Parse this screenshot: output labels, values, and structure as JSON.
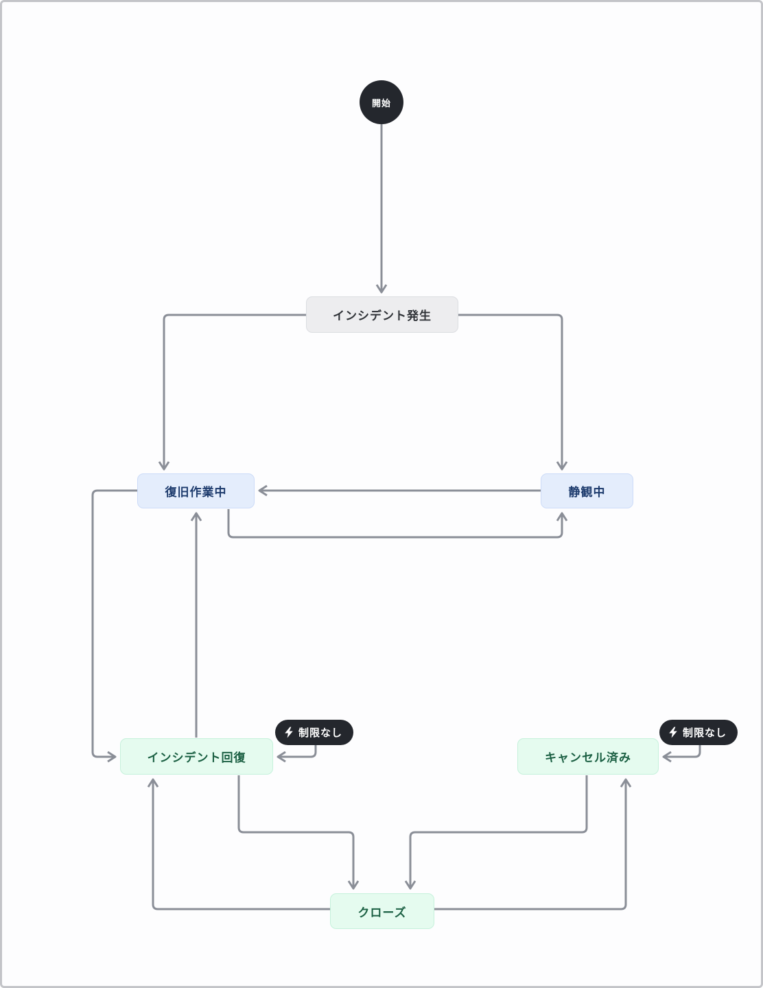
{
  "diagram": {
    "title": "incident-state-flow",
    "nodes": {
      "start": {
        "label": "開始",
        "kind": "start"
      },
      "incident_occurred": {
        "label": "インシデント発生",
        "kind": "state-gray"
      },
      "recovering": {
        "label": "復旧作業中",
        "kind": "state-blue"
      },
      "watching": {
        "label": "静観中",
        "kind": "state-blue"
      },
      "incident_recovered": {
        "label": "インシデント回復",
        "kind": "state-green"
      },
      "cancelled": {
        "label": "キャンセル済み",
        "kind": "state-green"
      },
      "closed": {
        "label": "クローズ",
        "kind": "state-green"
      }
    },
    "badges": {
      "recovered_limit": {
        "label": "制限なし",
        "icon": "lightning-icon",
        "attached_to": "incident_recovered"
      },
      "cancelled_limit": {
        "label": "制限なし",
        "icon": "lightning-icon",
        "attached_to": "cancelled"
      }
    },
    "edges": [
      {
        "from": "start",
        "to": "incident_occurred"
      },
      {
        "from": "incident_occurred",
        "to": "recovering"
      },
      {
        "from": "incident_occurred",
        "to": "watching"
      },
      {
        "from": "watching",
        "to": "recovering"
      },
      {
        "from": "recovering",
        "to": "watching"
      },
      {
        "from": "recovering",
        "to": "incident_recovered"
      },
      {
        "from": "incident_recovered",
        "to": "recovering"
      },
      {
        "from": "incident_recovered",
        "to": "closed"
      },
      {
        "from": "cancelled",
        "to": "closed"
      },
      {
        "from": "closed",
        "to": "incident_recovered"
      },
      {
        "from": "closed",
        "to": "cancelled"
      },
      {
        "from": "badge:recovered_limit",
        "to": "incident_recovered"
      },
      {
        "from": "badge:cancelled_limit",
        "to": "cancelled"
      }
    ],
    "colors": {
      "canvas_bg": "#fdfdfe",
      "canvas_border": "#c3c4c8",
      "connector": "#8a8e97",
      "start_bg": "#24272d",
      "state_gray_bg": "#ededef",
      "state_gray_text": "#2e3136",
      "state_blue_bg": "#e4edfc",
      "state_blue_border": "#ccdbf8",
      "state_blue_text": "#1d3b6d",
      "state_green_bg": "#e5fbef",
      "state_green_border": "#c5f1db",
      "state_green_text": "#1a5f42",
      "badge_bg": "#24272d",
      "badge_text": "#ffffff"
    }
  }
}
